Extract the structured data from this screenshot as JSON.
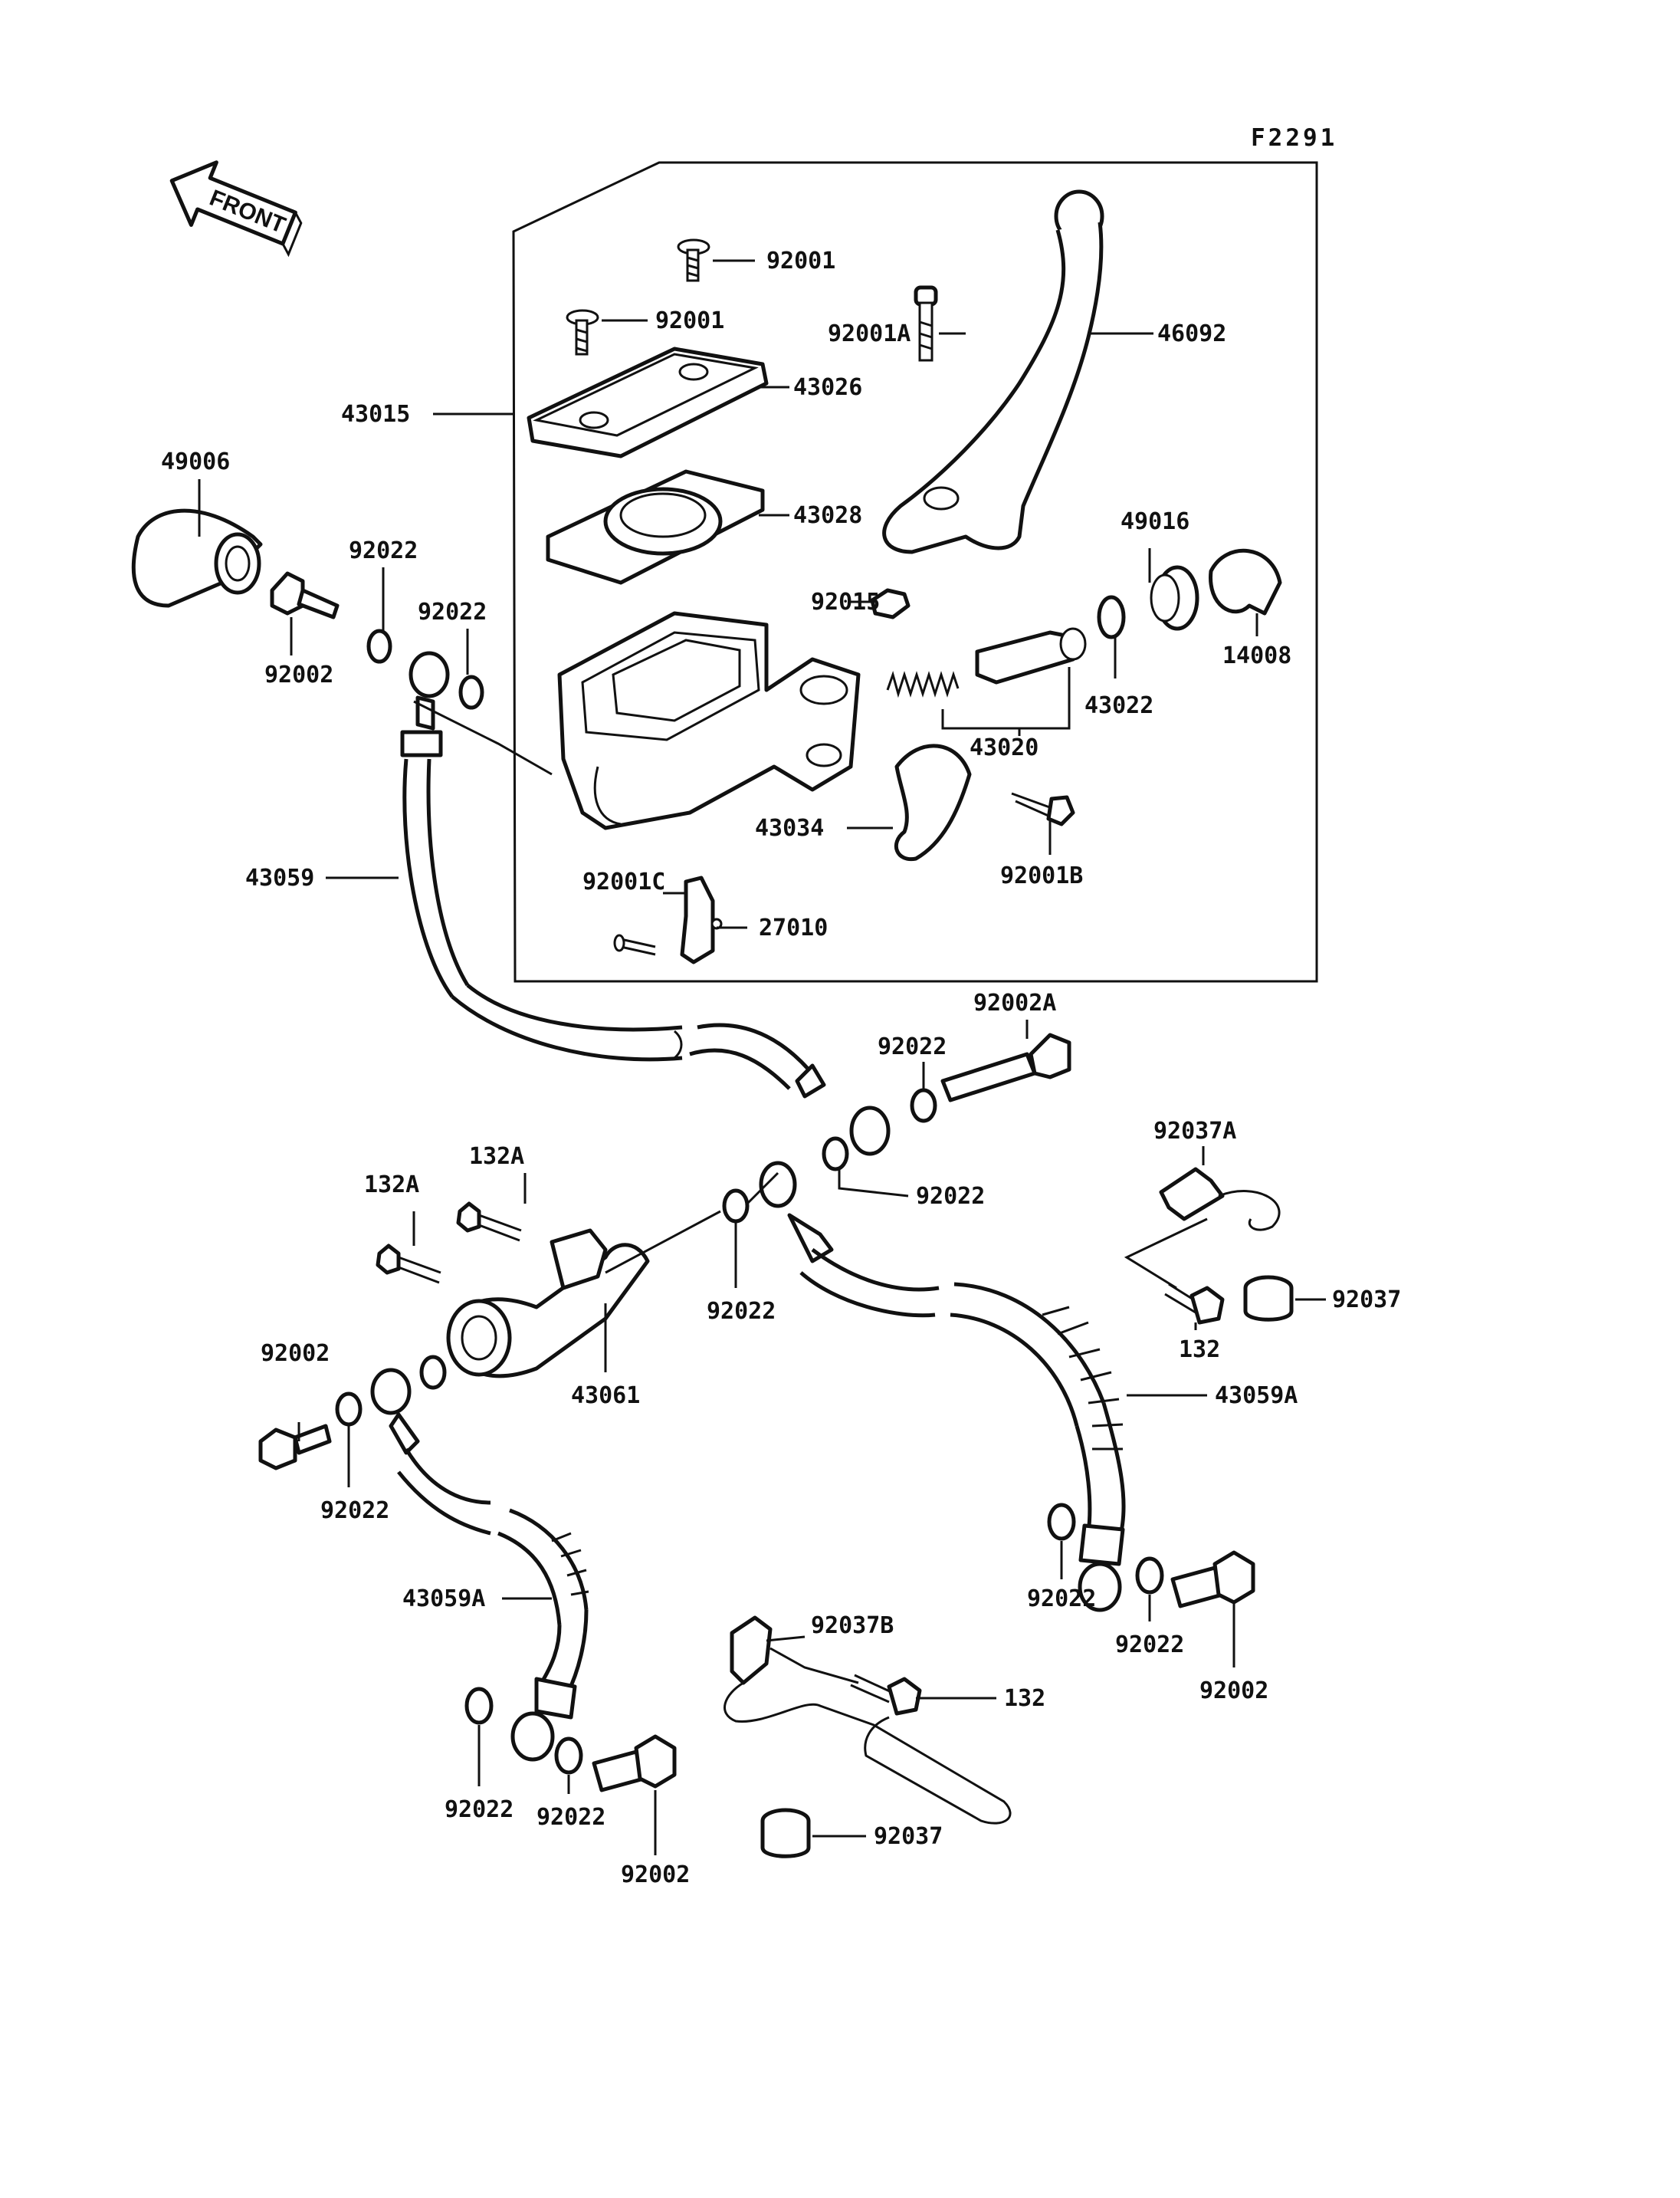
{
  "figure_code": "F2291",
  "front_label": "FRONT",
  "labels": {
    "p92001_a": "92001",
    "p92001_b": "92001",
    "p92001A": "92001A",
    "p46092": "46092",
    "p43015": "43015",
    "p43026": "43026",
    "p49006": "49006",
    "p43028": "43028",
    "p49016": "49016",
    "p92022_a": "92022",
    "p92022_b": "92022",
    "p92015": "92015",
    "p14008": "14008",
    "p92002_a": "92002",
    "p43022": "43022",
    "p43020": "43020",
    "p43034": "43034",
    "p92001B": "92001B",
    "p43059": "43059",
    "p92001C": "92001C",
    "p27010": "27010",
    "p92002A": "92002A",
    "p92022_c": "92022",
    "p92037A": "92037A",
    "p132A_a": "132A",
    "p92022_d": "92022",
    "p132A_b": "132A",
    "p92037_a": "92037",
    "p92022_e": "92022",
    "p132_a": "132",
    "p43061": "43061",
    "p92002_b": "92002",
    "p43059A_a": "43059A",
    "p92022_f": "92022",
    "p43059A_b": "43059A",
    "p92022_g": "92022",
    "p92037B": "92037B",
    "p92022_h": "92022",
    "p132_b": "132",
    "p92002_c": "92002",
    "p92022_i": "92022",
    "p92022_j": "92022",
    "p92037_b": "92037",
    "p92002_d": "92002"
  }
}
